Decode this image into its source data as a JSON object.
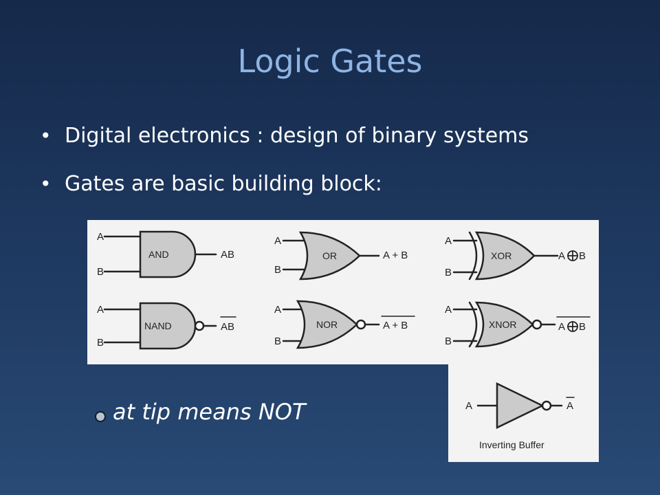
{
  "slide": {
    "title": "Logic Gates",
    "bullets": [
      "Digital electronics : design of binary systems",
      "Gates are basic building block:"
    ],
    "note": "at tip means NOT"
  },
  "gates": {
    "and": {
      "label": "AND",
      "in_a": "A",
      "in_b": "B",
      "out": "AB"
    },
    "or": {
      "label": "OR",
      "in_a": "A",
      "in_b": "B",
      "out": "A + B"
    },
    "xor": {
      "label": "XOR",
      "in_a": "A",
      "in_b": "B",
      "out_a": "A",
      "out_b": "B"
    },
    "nand": {
      "label": "NAND",
      "in_a": "A",
      "in_b": "B",
      "out": "AB"
    },
    "nor": {
      "label": "NOR",
      "in_a": "A",
      "in_b": "B",
      "out": "A + B"
    },
    "xnor": {
      "label": "XNOR",
      "in_a": "A",
      "in_b": "B",
      "out_a": "A",
      "out_b": "B"
    },
    "buffer": {
      "in": "A",
      "out": "A",
      "caption": "Inverting Buffer"
    }
  },
  "colors": {
    "background_top": "#15294a",
    "background_bottom": "#284a75",
    "title": "#8fb4e3",
    "gate_fill": "#cbcbcb",
    "panel": "#f3f3f3"
  }
}
